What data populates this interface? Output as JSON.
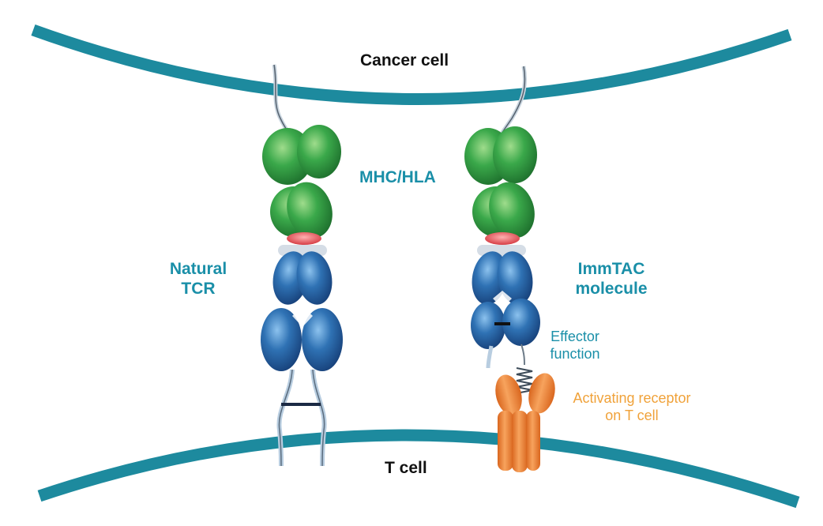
{
  "labels": {
    "cancer_cell": "Cancer cell",
    "t_cell": "T cell",
    "mhc_hla": "MHC/HLA",
    "natural_tcr_line1": "Natural",
    "natural_tcr_line2": "TCR",
    "immtac_line1": "ImmTAC",
    "immtac_line2": "molecule",
    "effector_line1": "Effector",
    "effector_line2": "function",
    "activating_line1": "Activating receptor",
    "activating_line2": "on T cell"
  },
  "colors": {
    "membrane": "#1d8a9e",
    "mhc_green": "#2e9a3e",
    "tcr_blue": "#2f6fae",
    "peptide_red": "#e2555b",
    "receptor_orange": "#ef8a3c",
    "label_teal": "#1a8fa8",
    "label_orange": "#f0a23a",
    "text_dark": "#111111"
  }
}
